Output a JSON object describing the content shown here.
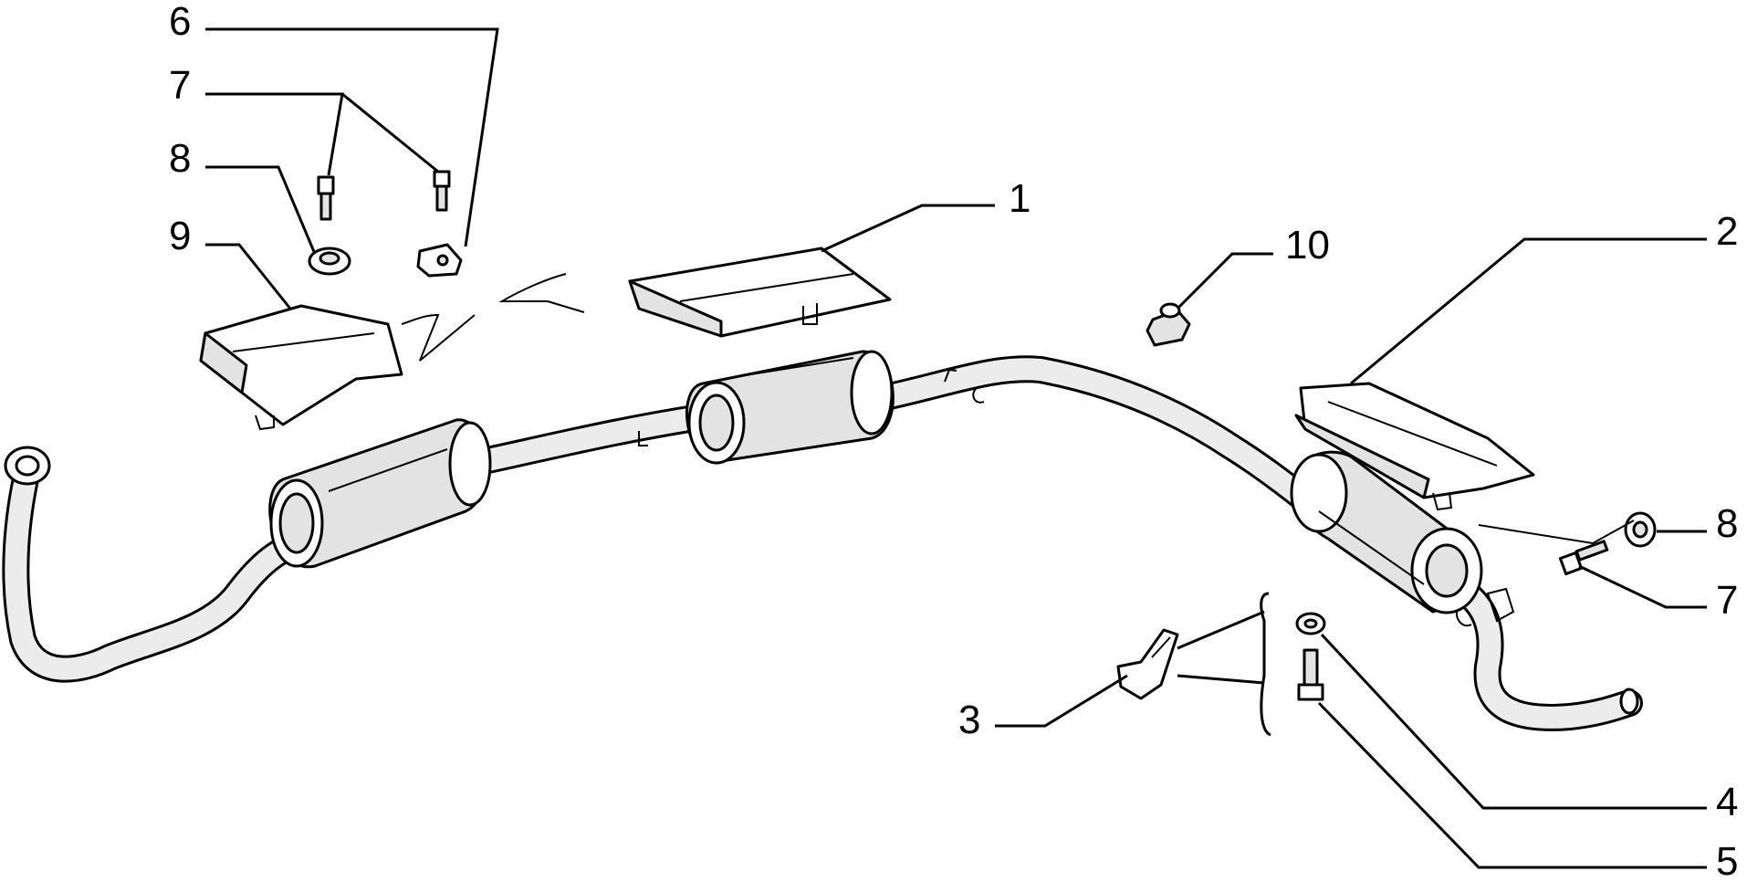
{
  "callouts": {
    "label_1": "1",
    "label_2": "2",
    "label_3": "3",
    "label_4": "4",
    "label_5": "5",
    "label_6": "6",
    "label_7_top": "7",
    "label_7_right": "7",
    "label_8_top": "8",
    "label_8_right": "8",
    "label_9": "9",
    "label_10": "10"
  }
}
